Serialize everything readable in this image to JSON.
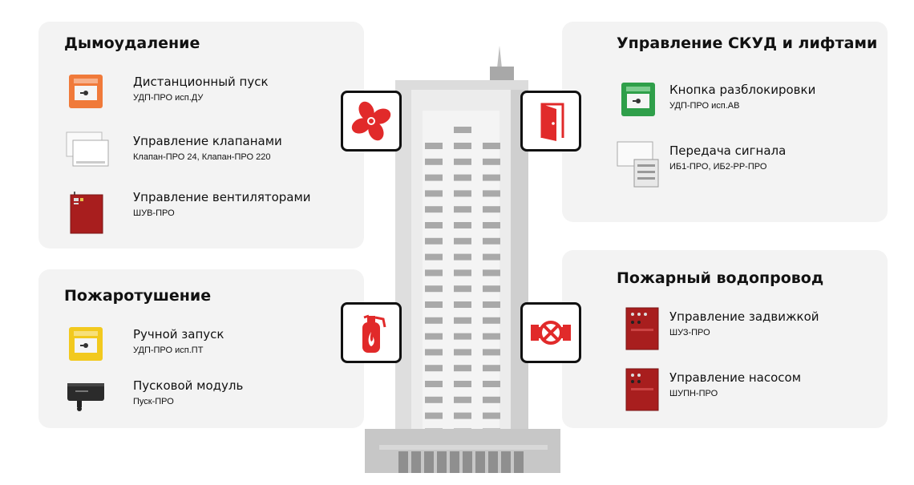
{
  "sections": {
    "smoke": {
      "title": "Дымоудаление",
      "items": [
        {
          "name": "Дистанционный пуск",
          "model": "УДП-ПРО исп.ДУ"
        },
        {
          "name": "Управление клапанами",
          "model": "Клапан-ПРО 24, Клапан-ПРО 220"
        },
        {
          "name": "Управление вентиляторами",
          "model": "ШУВ-ПРО"
        }
      ]
    },
    "fire": {
      "title": "Пожаротушение",
      "items": [
        {
          "name": "Ручной запуск",
          "model": "УДП-ПРО исп.ПТ"
        },
        {
          "name": "Пусковой модуль",
          "model": "Пуск-ПРО"
        }
      ]
    },
    "access": {
      "title": "Управление СКУД и лифтами",
      "items": [
        {
          "name": "Кнопка разблокировки",
          "model": "УДП-ПРО исп.АВ"
        },
        {
          "name": "Передача сигнала",
          "model": "ИБ1-ПРО, ИБ2-РР-ПРО"
        }
      ]
    },
    "water": {
      "title": "Пожарный водопровод",
      "items": [
        {
          "name": "Управление задвижкой",
          "model": "ШУЗ-ПРО"
        },
        {
          "name": "Управление насосом",
          "model": "ШУПН-ПРО"
        }
      ]
    }
  },
  "icons": {
    "fan": "fan-icon",
    "door": "door-icon",
    "extinguisher": "fire-extinguisher-icon",
    "valve": "valve-icon"
  },
  "colors": {
    "accent_red": "#e12a2a",
    "card_bg": "#f3f3f3",
    "building_light": "#e4e4e4",
    "building_mid": "#c9c9c9",
    "window": "#a9a9a9"
  }
}
